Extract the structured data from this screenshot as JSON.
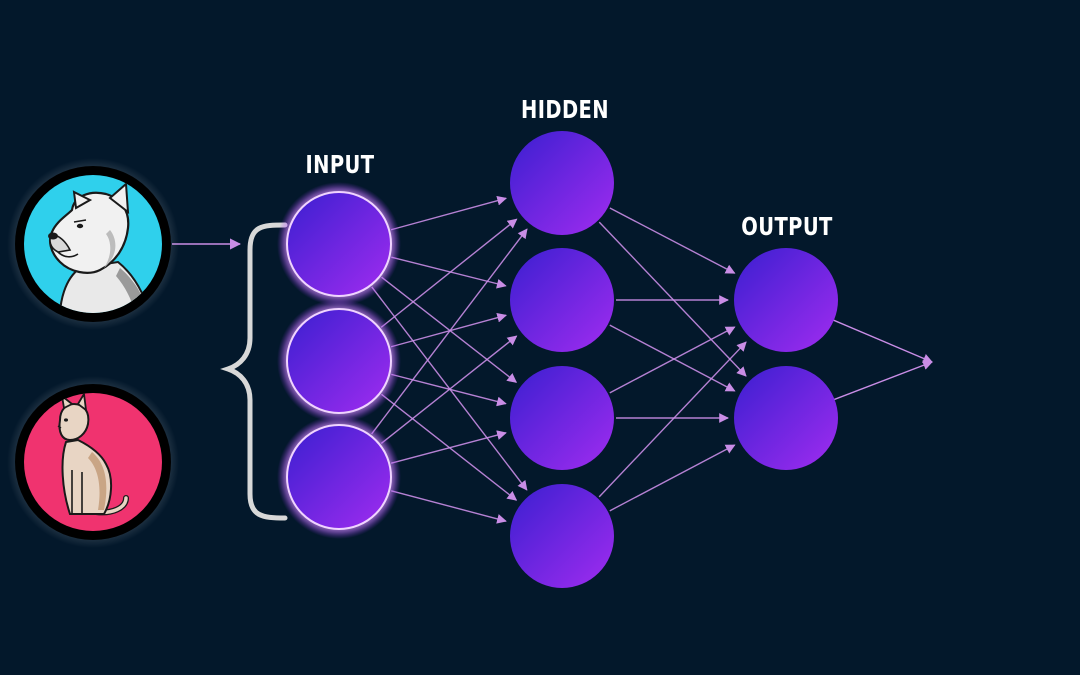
{
  "labels": {
    "input": "INPUT",
    "hidden": "HIDDEN",
    "output": "OUTPUT"
  },
  "layers": [
    {
      "name": "input",
      "count": 3
    },
    {
      "name": "hidden",
      "count": 4
    },
    {
      "name": "output",
      "count": 2
    }
  ],
  "icons": {
    "dog": "dog-icon",
    "cat": "cat-icon"
  },
  "colors": {
    "background": "#03182b",
    "node_start": "#3a1fd0",
    "node_end": "#a12cf0",
    "edge": "#c98de6",
    "dog_badge": "#2fd0ec",
    "cat_badge": "#f0336f",
    "bracket": "#d8d8d8"
  }
}
